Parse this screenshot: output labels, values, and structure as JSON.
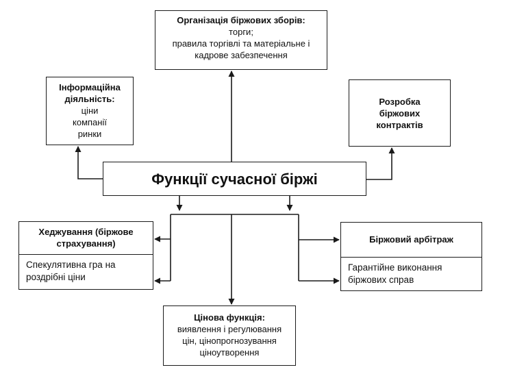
{
  "center": {
    "title": "Функції сучасної біржі"
  },
  "organization": {
    "title": "Організація біржових зборів:",
    "lines": [
      "торги;",
      "правила торгівлі та матеріальне і",
      "кадрове забезпечення"
    ]
  },
  "information": {
    "title_lines": [
      "Інформаційна",
      "діяльність:"
    ],
    "lines": [
      "ціни",
      "компанії",
      "ринки"
    ]
  },
  "development": {
    "title_lines": [
      "Розробка",
      "біржових",
      "контрактів"
    ]
  },
  "hedging": {
    "title_lines": [
      "Хеджування (біржове",
      "страхування)"
    ],
    "sub_lines": [
      "Спекулятивна гра на",
      "роздрібні ціни"
    ]
  },
  "arbitrage": {
    "title": "Біржовий арбітраж",
    "sub_lines": [
      "Гарантійне виконання",
      "біржових справ"
    ]
  },
  "price": {
    "title": "Цінова функція:",
    "lines": [
      "виявлення і регулювання",
      "цін, цінопрогнозування",
      "ціноутворення"
    ]
  }
}
